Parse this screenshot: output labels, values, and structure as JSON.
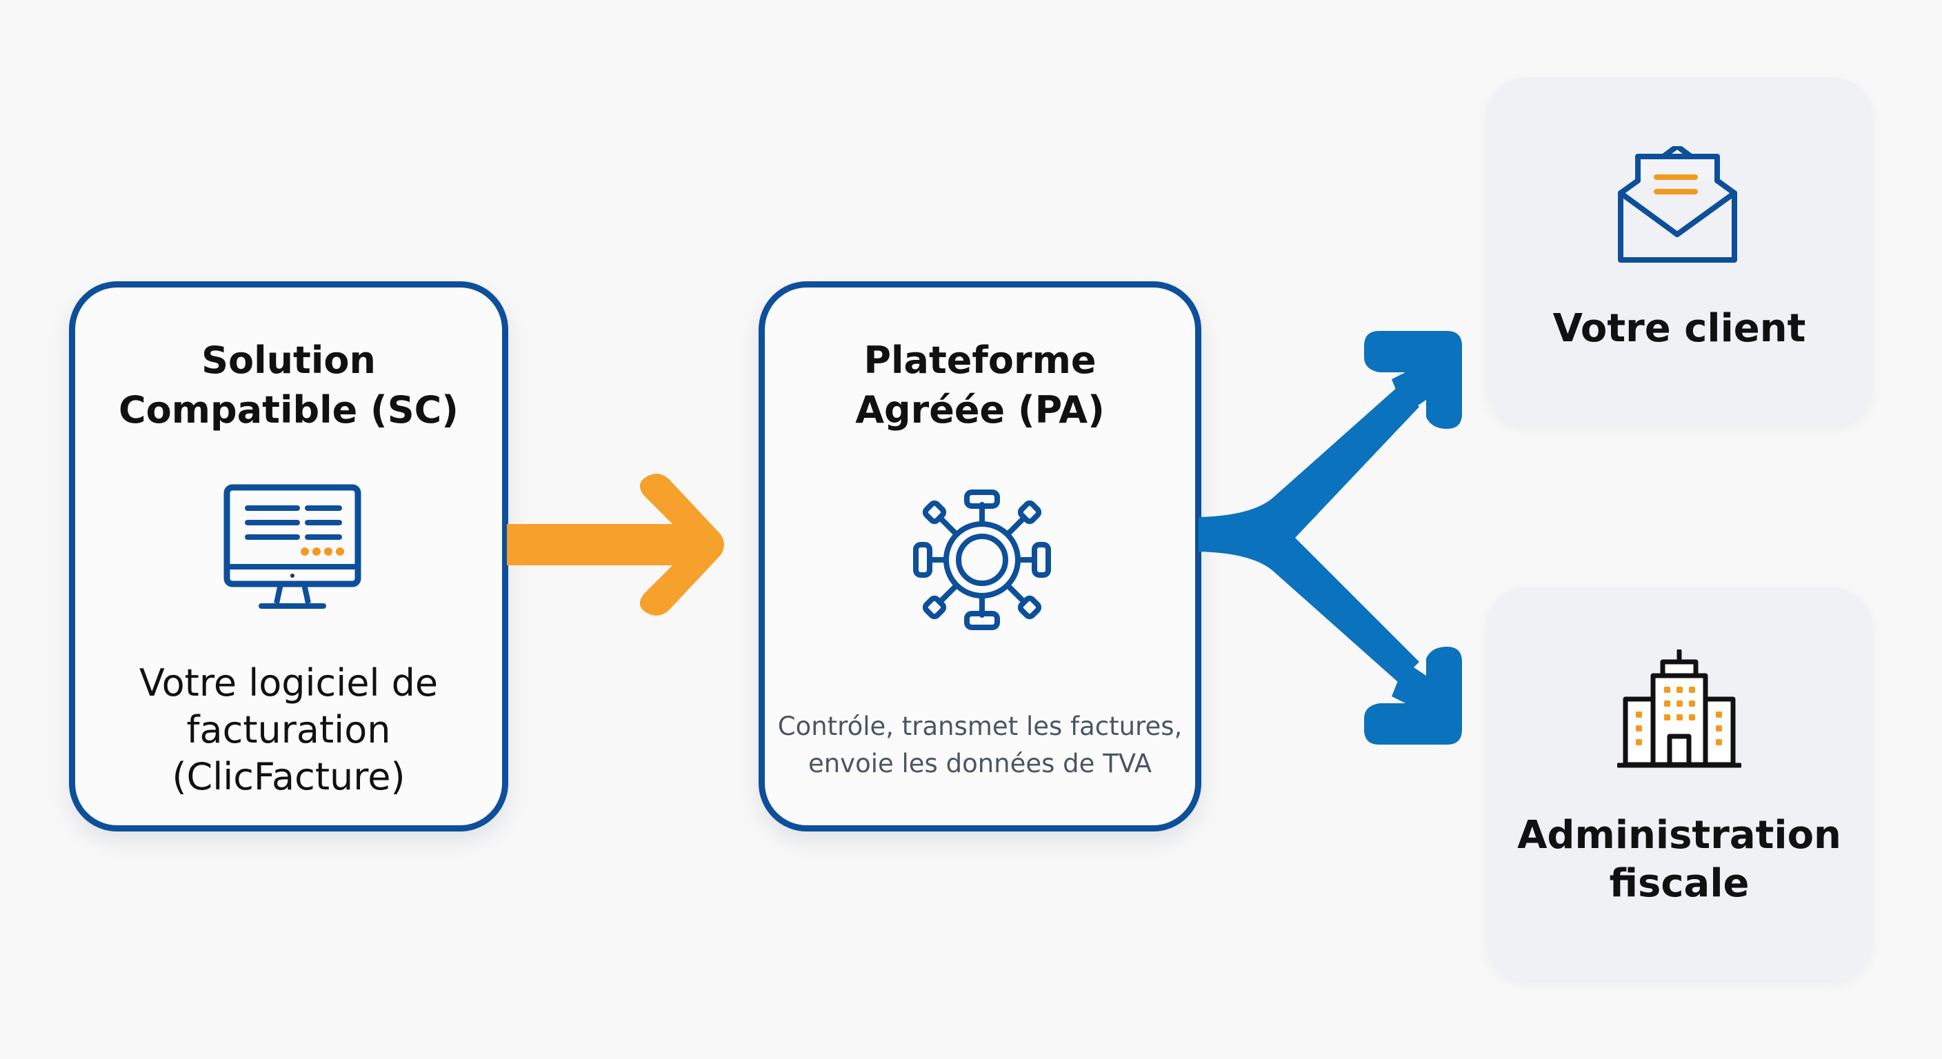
{
  "diagram": {
    "type": "flow",
    "colors": {
      "primary_blue": "#0d4f9a",
      "arrow_blue": "#0b72bd",
      "accent_orange": "#f6a12c",
      "dest_background": "#f0f1f5",
      "muted_text": "#4a5564"
    },
    "nodes": [
      {
        "id": "sc",
        "title": "Solution Compatible (SC)",
        "title_lines": [
          "Solution",
          "Compatible (SC)"
        ],
        "icon": "monitor-icon",
        "description_lines": [
          "Votre logiciel de",
          "facturation",
          "(ClicFacture)"
        ]
      },
      {
        "id": "pa",
        "title": "Plateforme Agréée (PA)",
        "title_lines": [
          "Plateforme",
          "Agréée (PA)"
        ],
        "icon": "network-hub-icon",
        "description_lines": [
          "Contróle, transmet les factures,",
          "envoie les données de TVA"
        ]
      },
      {
        "id": "client",
        "title_lines": [
          "Votre client"
        ],
        "icon": "envelope-icon"
      },
      {
        "id": "admin",
        "title_lines": [
          "Administration",
          "fiscale"
        ],
        "icon": "building-icon"
      }
    ],
    "edges": [
      {
        "from": "sc",
        "to": "pa",
        "style": "orange-arrow"
      },
      {
        "from": "pa",
        "to": "client",
        "style": "blue-fork-arrow"
      },
      {
        "from": "pa",
        "to": "admin",
        "style": "blue-fork-arrow"
      }
    ]
  }
}
